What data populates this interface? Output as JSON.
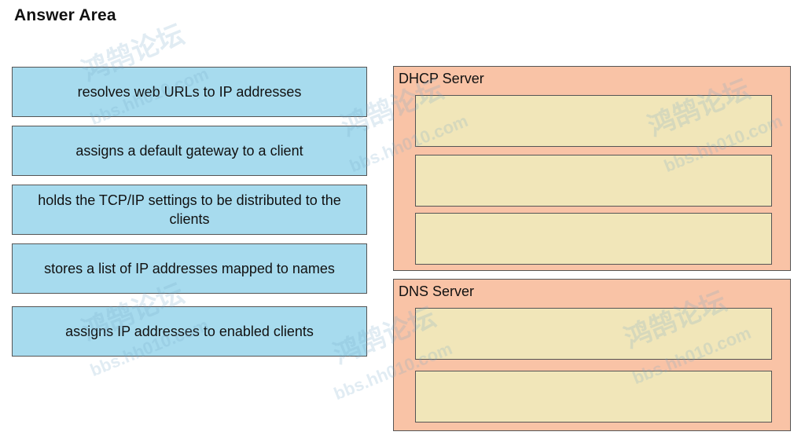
{
  "page": {
    "title": "Answer Area"
  },
  "source_items": [
    "resolves web URLs to IP addresses",
    "assigns a default gateway to a client",
    "holds the TCP/IP settings to be distributed to the clients",
    "stores a list of IP addresses mapped to names",
    "assigns IP addresses to enabled clients"
  ],
  "targets": {
    "dhcp": {
      "label": "DHCP Server",
      "slot_count": 3
    },
    "dns": {
      "label": "DNS Server",
      "slot_count": 2
    }
  },
  "colors": {
    "source_fill": "#a7dbee",
    "panel_fill": "#f9c3a6",
    "slot_fill": "#f1e6b9"
  },
  "watermark": {
    "cjk": "鸿鹄论坛",
    "url": "bbs.hh010.com"
  }
}
